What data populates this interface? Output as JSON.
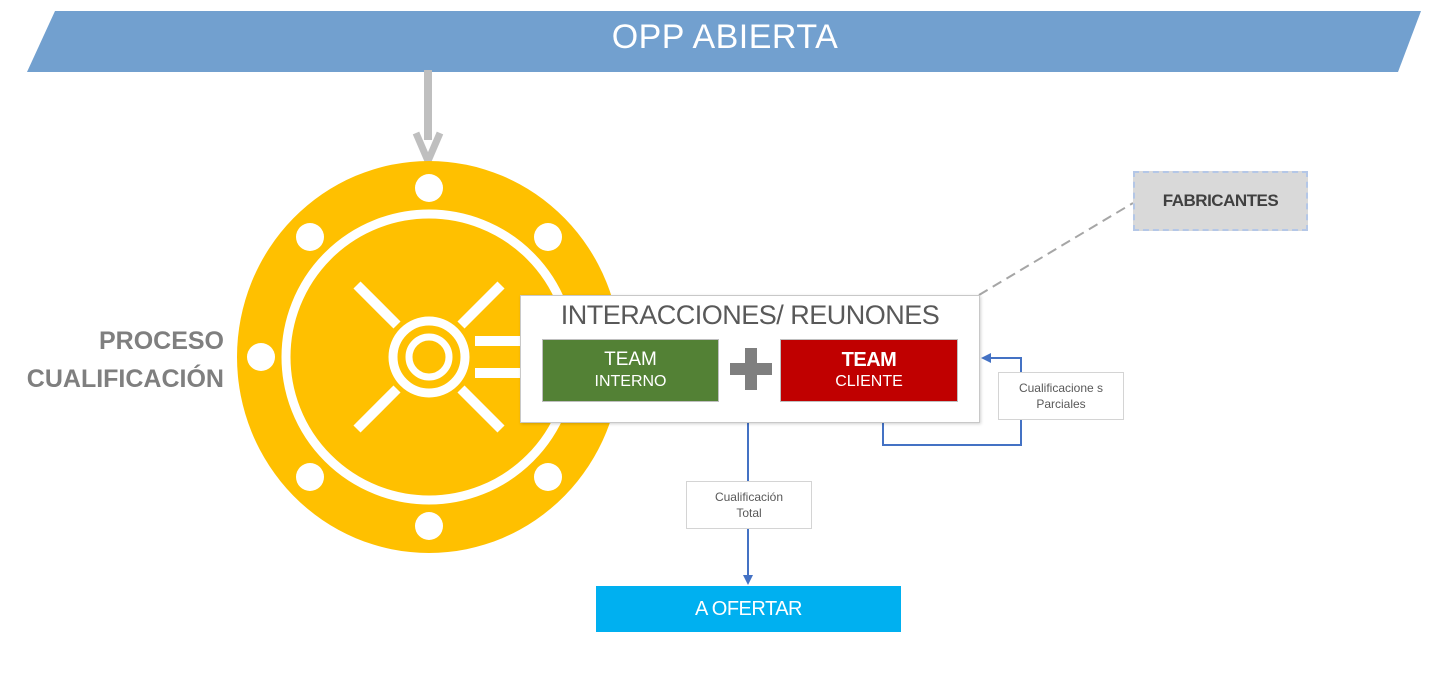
{
  "banner": {
    "title": "OPP ABIERTA"
  },
  "process": {
    "line1": "PROCESO",
    "line2": "CUALIFICACIÓN"
  },
  "interactions": {
    "title": "INTERACCIONES/ REUNONES",
    "operator": "+",
    "team_internal": {
      "line1": "TEAM",
      "line2": "INTERNO"
    },
    "team_client": {
      "line1": "TEAM",
      "line2": "CLIENTE"
    }
  },
  "fabricantes": {
    "label": "FABRICANTES"
  },
  "partial_label": {
    "line1": "Cualificacione s",
    "line2": "Parciales"
  },
  "total_label": {
    "line1": "Cualificación",
    "line2": "Total"
  },
  "output": {
    "label": "A OFERTAR"
  },
  "colors": {
    "banner": "#72a0cf",
    "vault": "#ffc000",
    "team_internal": "#538135",
    "team_client": "#c00000",
    "output": "#00b0f0",
    "connector": "#4472c4",
    "label_gray": "#7f7f7f"
  },
  "icons": {
    "process": "vault-dial-icon",
    "operator": "plus-icon"
  }
}
